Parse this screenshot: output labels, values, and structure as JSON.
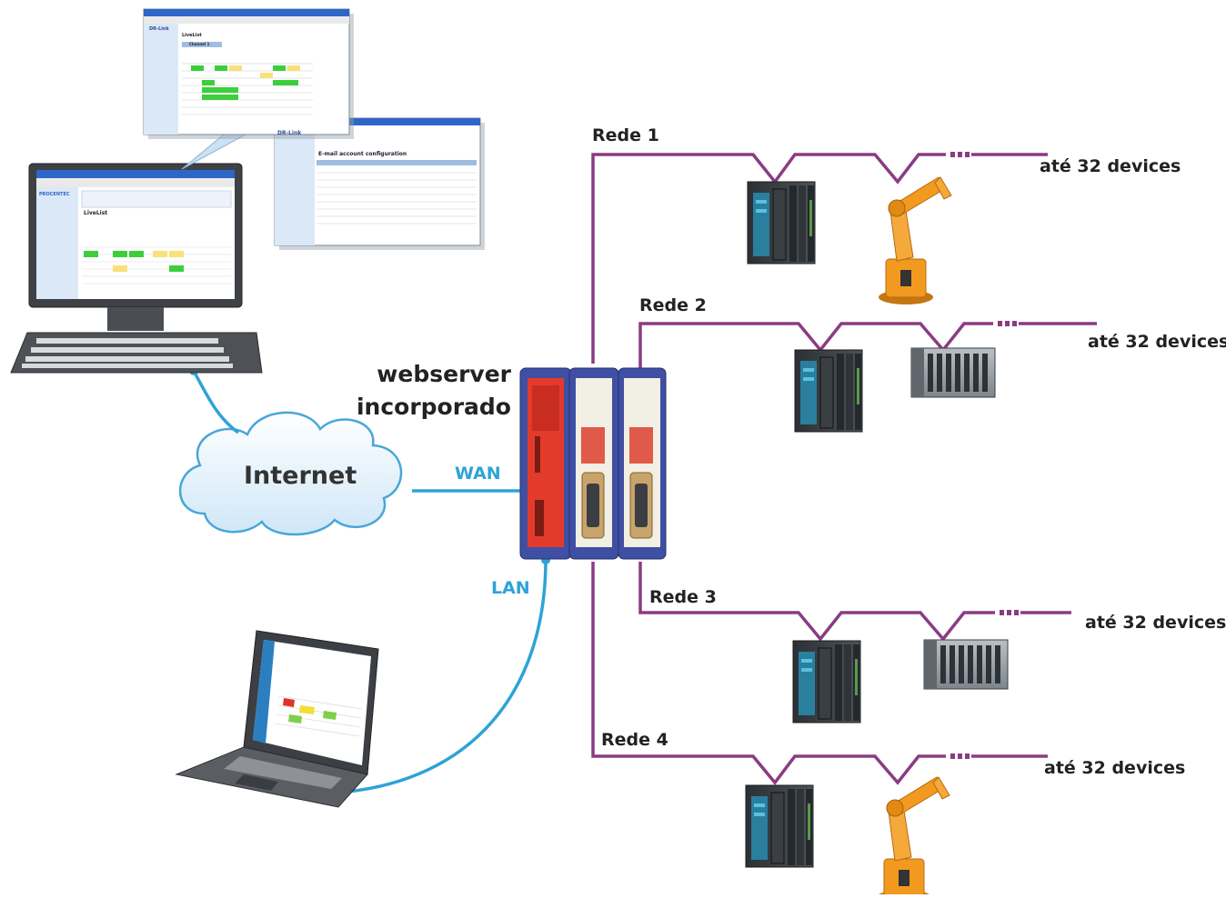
{
  "title": {
    "line1": "webserver",
    "line2": "incorporado"
  },
  "cloud": {
    "label": "Internet"
  },
  "links": {
    "wan": "WAN",
    "lan": "LAN"
  },
  "networks": [
    {
      "label": "Rede 1",
      "devices": "até 32 devices"
    },
    {
      "label": "Rede 2",
      "devices": "até 32 devices"
    },
    {
      "label": "Rede 3",
      "devices": "até 32 devices"
    },
    {
      "label": "Rede 4",
      "devices": "até 32 devices"
    }
  ],
  "screens": {
    "brand": "DR-Link",
    "monitor_brand": "PROCENTEC",
    "livelist": "LiveList",
    "email_title": "E-mail account configuration",
    "channel_tab": "Channel 1"
  },
  "colors": {
    "bus": "#8b3b83",
    "link": "#2ea3d6",
    "gateway_frame": "#3f4fa3",
    "gateway_red": "#e23b2c",
    "robot": "#f29a1f"
  }
}
